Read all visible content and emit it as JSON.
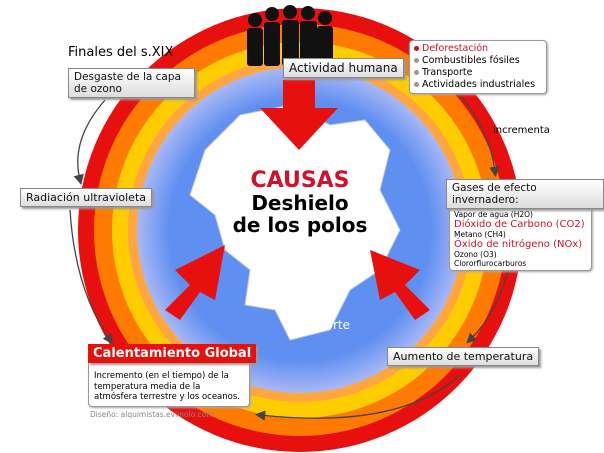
{
  "title": {
    "causas": "CAUSAS",
    "line1": "Deshielo",
    "line2": "de los polos"
  },
  "polo": "Polo Norte",
  "era": "Finales del s.XIX",
  "desgaste": "Desgaste de la capa de ozono",
  "radiacion": "Radiación ultravioleta",
  "actividad": "Actividad humana",
  "activities": [
    {
      "label": "Deforestación",
      "highlight": true
    },
    {
      "label": "Combustibles fósiles",
      "highlight": false
    },
    {
      "label": "Transporte",
      "highlight": false
    },
    {
      "label": "Actividades industriales",
      "highlight": false
    }
  ],
  "incrementa": "incrementa",
  "gases": {
    "title": "Gases de efecto invernadero:",
    "items": [
      {
        "label": "Vapor de agua (H2O)",
        "highlight": false
      },
      {
        "label": "Dióxido de Carbono (CO2)",
        "highlight": true
      },
      {
        "label": "Metano (CH4)",
        "highlight": false
      },
      {
        "label": "Óxido de nitrógeno (NOx)",
        "highlight": true
      },
      {
        "label": "Ozono (O3)",
        "highlight": false
      },
      {
        "label": "Clororflurocarburos",
        "highlight": false
      }
    ]
  },
  "aumento": "Aumento de temperatura",
  "calentamiento": {
    "title": "Calentamiento Global",
    "desc": "Incremento (en el tiempo) de la temperatura media de la atmósfera terrestre y los oceanos."
  },
  "credit": "Diseño: alquimistas.evilnolo.com",
  "colors": {
    "red": "#e8100f",
    "orange": "#ff7a00",
    "yellow": "#ffcc00",
    "blue": "#5f8ff0"
  }
}
